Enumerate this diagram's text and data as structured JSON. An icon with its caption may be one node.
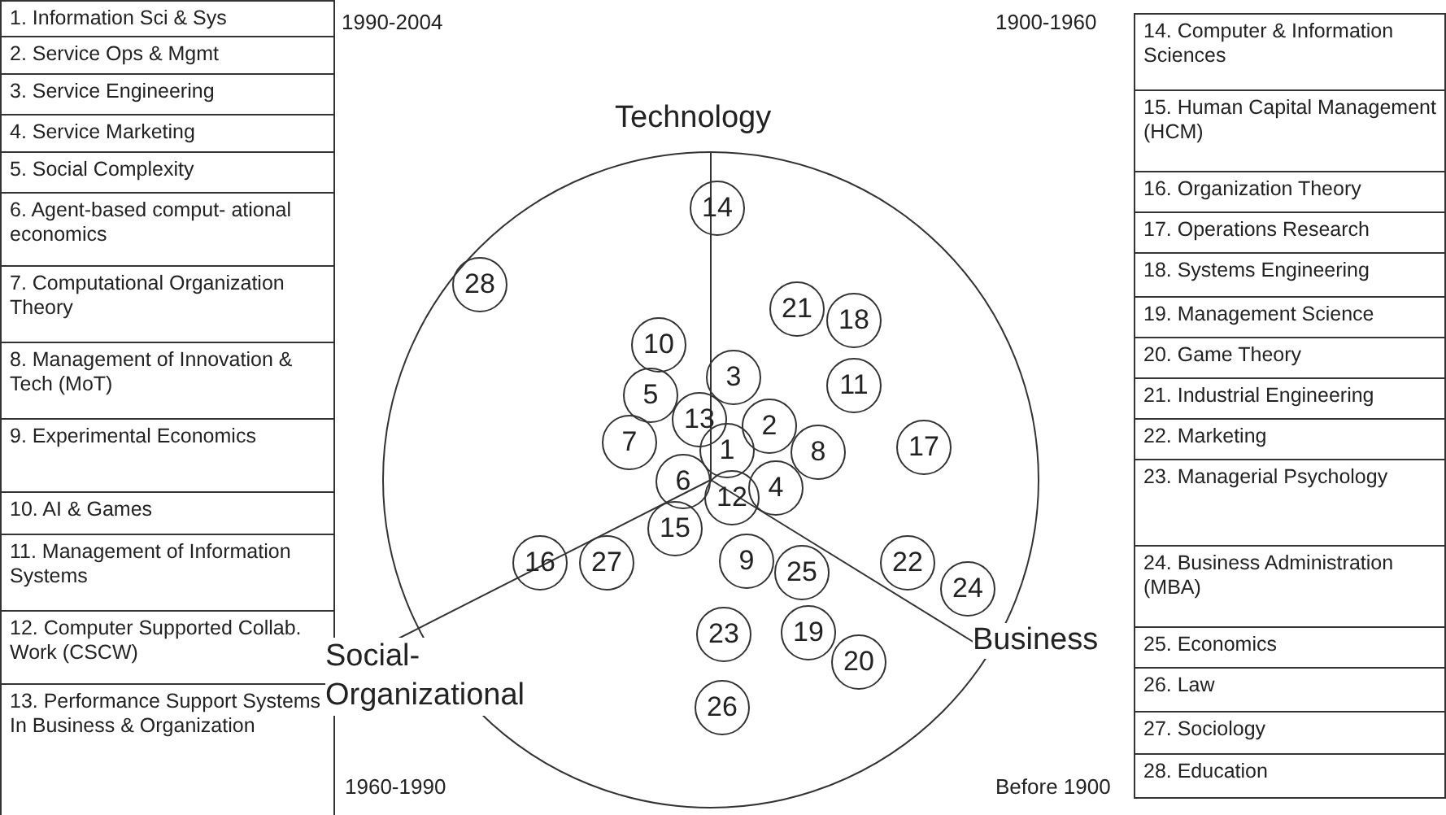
{
  "diagram": {
    "nodes": [
      {
        "text": [],
        "shape": "circle"
      },
      {
        "text": [
          "1"
        ],
        "in": 0
      },
      {
        "text": [
          "2"
        ],
        "in": 0
      },
      {
        "text": [
          "3"
        ],
        "in": 0
      },
      {
        "text": [
          "4"
        ],
        "in": 0
      },
      {
        "text": [
          "5"
        ],
        "in": 0
      },
      {
        "text": [
          "6"
        ],
        "in": 0
      },
      {
        "text": [
          "7"
        ],
        "in": 0
      },
      {
        "text": [
          "8"
        ],
        "in": 0
      },
      {
        "text": [
          "9"
        ],
        "in": 0
      },
      {
        "text": [
          "10"
        ],
        "in": 0
      },
      {
        "text": [
          "11"
        ],
        "in": 0
      },
      {
        "text": [
          "12"
        ],
        "in": 0
      },
      {
        "text": [
          "13"
        ],
        "in": 0
      },
      {
        "text": [
          "14"
        ],
        "in": 0
      },
      {
        "text": [
          "15"
        ],
        "in": 0
      },
      {
        "text": [
          "16"
        ],
        "in": 0
      },
      {
        "text": [
          "17"
        ],
        "in": 0
      },
      {
        "text": [
          "18"
        ],
        "in": 0
      },
      {
        "text": [
          "19"
        ],
        "in": 0
      },
      {
        "text": [
          "20"
        ],
        "in": 0
      },
      {
        "text": [
          "21"
        ],
        "in": 0
      },
      {
        "text": [
          "22"
        ],
        "in": 0
      },
      {
        "text": [
          "23"
        ],
        "in": 0
      },
      {
        "text": [
          "24"
        ],
        "in": 0
      },
      {
        "text": [
          "25"
        ],
        "in": 0
      },
      {
        "text": [
          "26"
        ],
        "in": 0
      },
      {
        "text": [
          "27"
        ],
        "in": 0
      },
      {
        "text": [
          "28"
        ],
        "in": 0
      }
    ],
    "labels": [
      "1. Information Sci & Sys",
      "2. Service Ops & Mgmt",
      "3. Service Engineering",
      "4. Service Marketing",
      "5. Social Complexity",
      "6. Agent-based comput- ational economics",
      "7. Computational Organization Theory",
      "8. Management of Innovation & Tech (MoT)",
      "9. Experimental Economics",
      "10. AI & Games",
      "11. Management of Information Systems",
      "12. Computer Supported Collab. Work (CSCW)",
      "13. Performance Support Systems In Business & Organization",
      "1990-2004",
      "Technology",
      "1900-1960",
      "14. Computer & Information Sciences",
      "15. Human Capital Management (HCM)",
      "16. Organization Theory",
      "17. Operations Research",
      "18. Systems Engineering",
      "19. Management Science",
      "20. Game Theory",
      "21. Industrial Engineering",
      "22. Marketing",
      "23. Managerial Psychology",
      "24. Business Administration (MBA)",
      "25. Economics",
      "26. Law",
      "27. Sociology",
      "28. Education",
      "Business",
      "Social- Organizational",
      "1960-1990",
      "Before 1900"
    ]
  }
}
